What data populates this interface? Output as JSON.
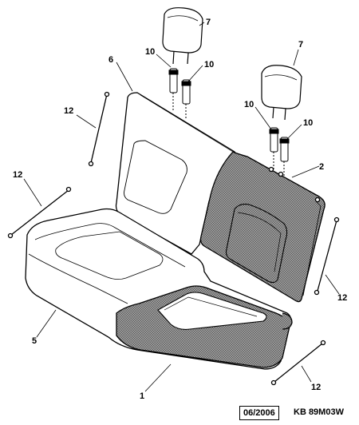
{
  "callouts": {
    "c7a": "7",
    "c7b": "7",
    "c10a": "10",
    "c10b": "10",
    "c10c": "10",
    "c10d": "10",
    "c6": "6",
    "c12a": "12",
    "c12b": "12",
    "c12c": "12",
    "c12d": "12",
    "c2": "2",
    "c5": "5",
    "c1": "1"
  },
  "footer": {
    "date": "06/2006",
    "reference": "KB 89M03W"
  },
  "colors": {
    "line": "#000000",
    "hatch": "#8c8c8c",
    "paper": "#ffffff"
  }
}
